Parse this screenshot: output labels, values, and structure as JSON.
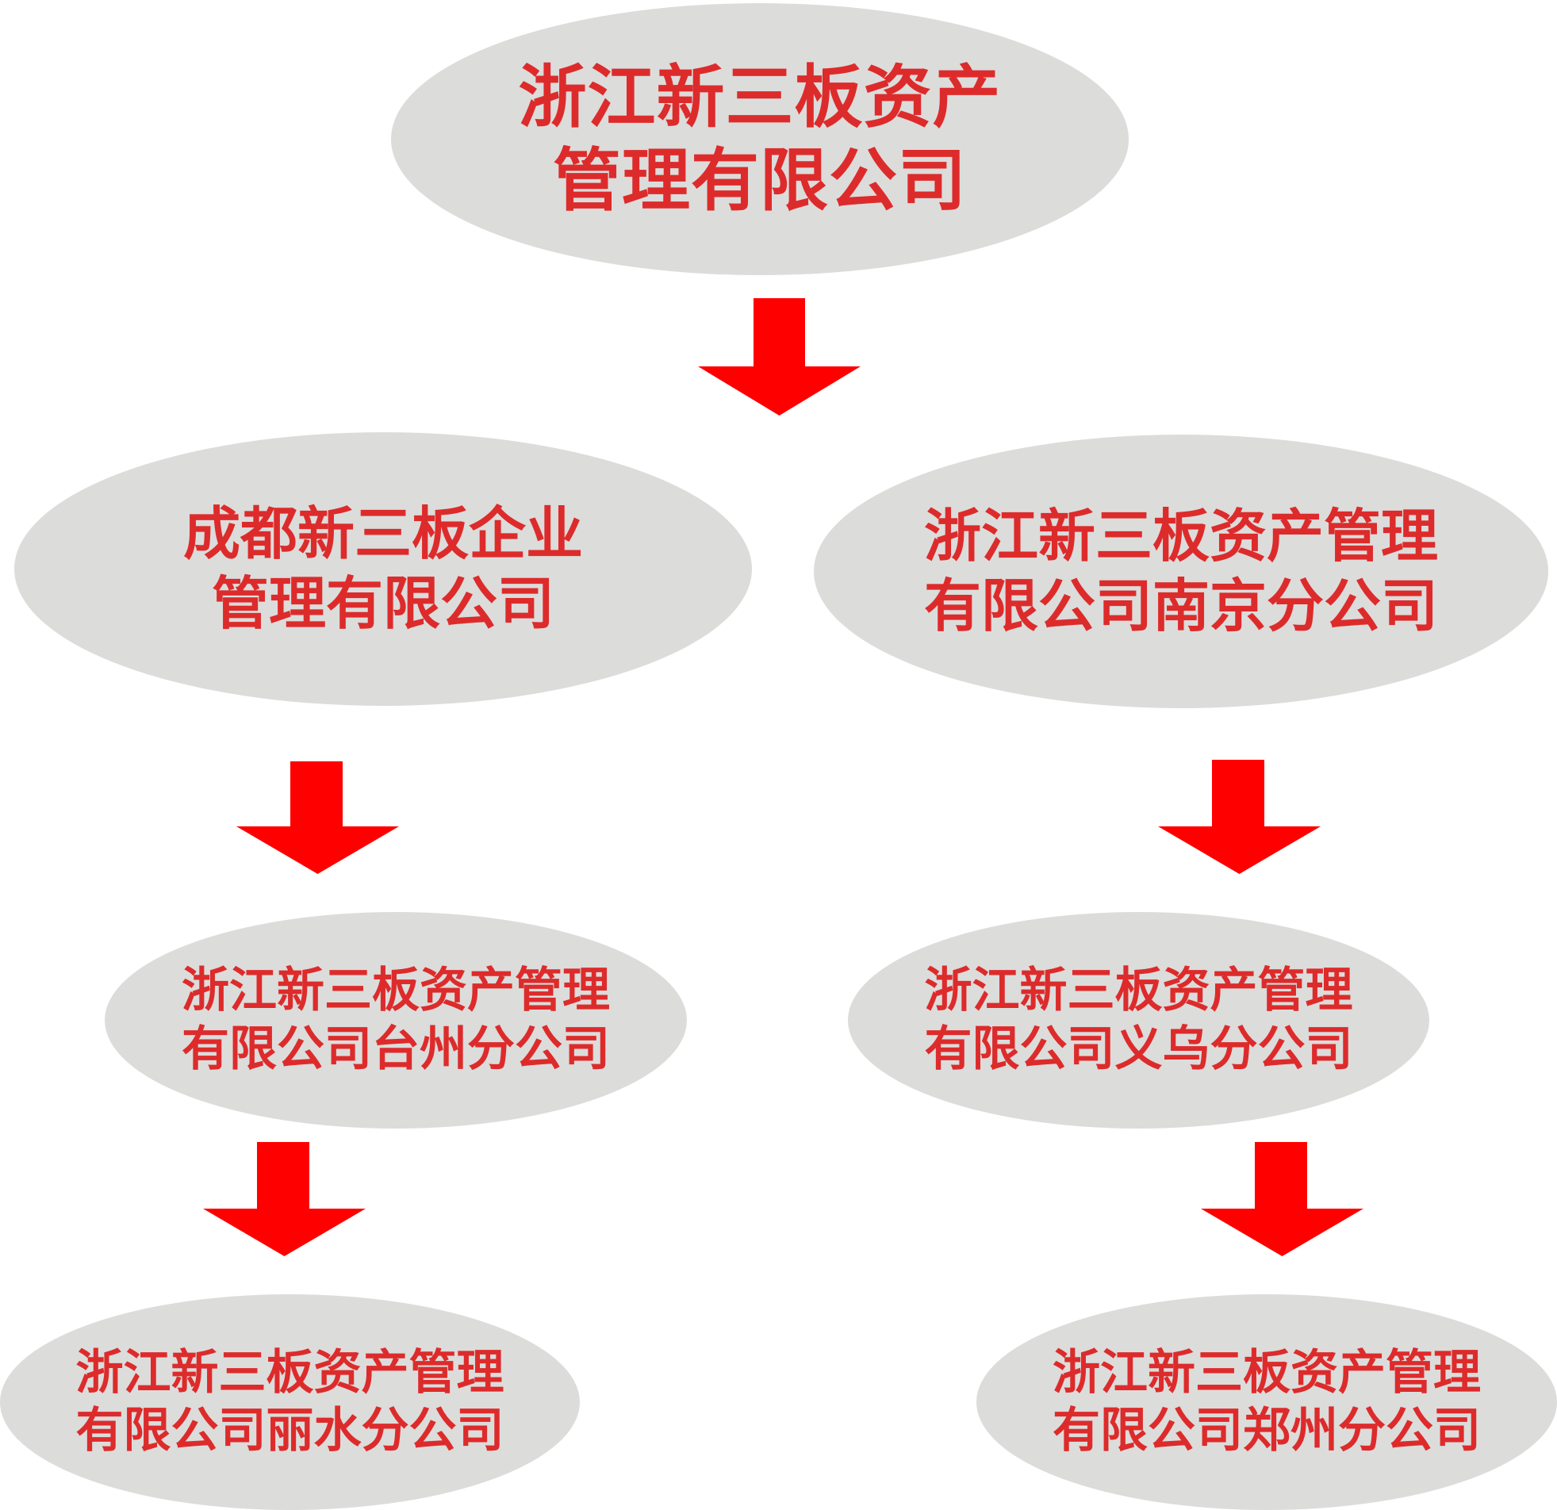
{
  "nodes": {
    "root": {
      "line1": "浙江新三板资产",
      "line2": "管理有限公司"
    },
    "chengdu": {
      "line1": "成都新三板企业",
      "line2": "管理有限公司"
    },
    "nanjing": {
      "line1": "浙江新三板资产管理",
      "line2": "有限公司南京分公司"
    },
    "taizhou": {
      "line1": "浙江新三板资产管理",
      "line2": "有限公司台州分公司"
    },
    "yiwu": {
      "line1": "浙江新三板资产管理",
      "line2": "有限公司义乌分公司"
    },
    "lishui": {
      "line1": "浙江新三板资产管理",
      "line2": "有限公司丽水分公司"
    },
    "zhengzhou": {
      "line1": "浙江新三板资产管理",
      "line2": "有限公司郑州分公司"
    }
  },
  "colors": {
    "node_fill": "#dcdcdb",
    "text": "#dd2b2b",
    "arrow": "#ff0000"
  }
}
